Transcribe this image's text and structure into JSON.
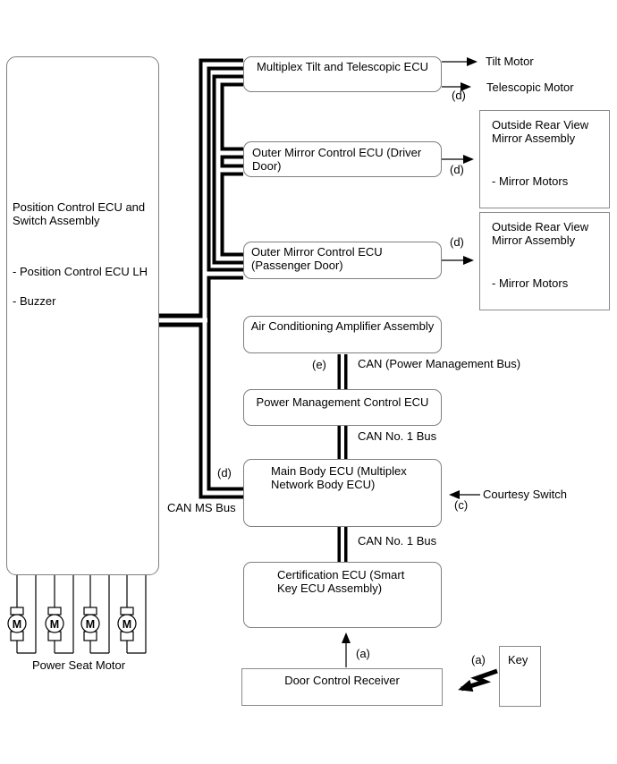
{
  "boxes": {
    "position_control": {
      "line1": "Position Control ECU and",
      "line2": "Switch Assembly",
      "item1": "- Position Control ECU LH",
      "item2": "- Buzzer"
    },
    "multiplex_tilt": {
      "line1": "Multiplex Tilt and Telescopic ECU"
    },
    "outer_mirror_driver": {
      "line1": "Outer Mirror Control ECU (Driver",
      "line2": "Door)"
    },
    "outer_mirror_passenger": {
      "line1": "Outer Mirror Control ECU",
      "line2": "(Passenger Door)"
    },
    "ac_amplifier": {
      "line1": "Air Conditioning Amplifier Assembly"
    },
    "power_management": {
      "line1": "Power Management Control ECU"
    },
    "main_body": {
      "line1": "Main Body ECU (Multiplex",
      "line2": "Network Body ECU)"
    },
    "certification": {
      "line1": "Certification ECU (Smart",
      "line2": "Key ECU Assembly)"
    },
    "door_control_receiver": {
      "line1": "Door Control Receiver"
    },
    "key": {
      "line1": "Key"
    },
    "mirror_assembly_driver": {
      "line1": "Outside Rear View",
      "line2": "Mirror Assembly",
      "item": "- Mirror Motors"
    },
    "mirror_assembly_passenger": {
      "line1": "Outside Rear View",
      "line2": "Mirror Assembly",
      "item": "- Mirror Motors"
    }
  },
  "labels": {
    "tilt_motor": "Tilt Motor",
    "telescopic_motor": "Telescopic Motor",
    "courtesy_switch": "Courtesy Switch",
    "power_seat_motor": "Power Seat Motor",
    "can_ms_bus": "CAN MS Bus",
    "can_no1_bus_upper": "CAN No. 1 Bus",
    "can_no1_bus_lower": "CAN No. 1 Bus",
    "can_power_management": "CAN (Power Management Bus)",
    "code_d_telescopic": "(d)",
    "code_d_driver": "(d)",
    "code_d_passenger": "(d)",
    "code_d_main_body": "(d)",
    "code_e": "(e)",
    "code_c": "(c)",
    "code_a_receiver": "(a)",
    "code_a_key": "(a)",
    "motor_letter": "M"
  },
  "colors": {
    "wire": "#000000",
    "box_border": "#7f7f7f",
    "text": "#000000",
    "background": "#ffffff"
  }
}
